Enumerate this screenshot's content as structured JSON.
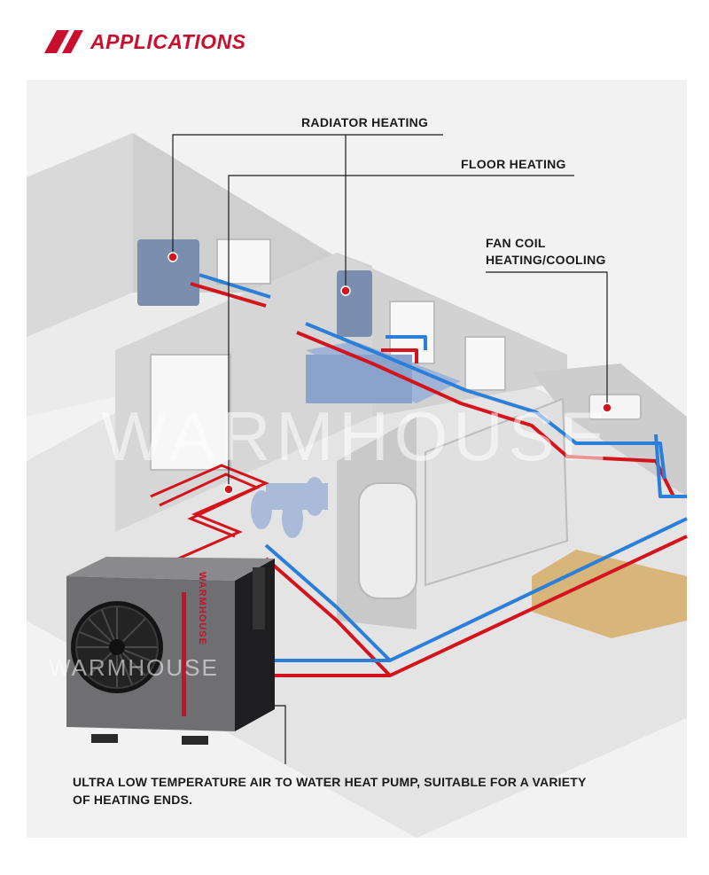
{
  "header": {
    "title": "APPLICATIONS",
    "accent": "#c8102e",
    "icon": "double-slash-mark"
  },
  "labels": {
    "radiator": "RADIATOR HEATING",
    "floor": "FLOOR HEATING",
    "fan_coil_line1": "FAN COIL",
    "fan_coil_line2": "HEATING/COOLING"
  },
  "caption_line1": "ULTRA LOW TEMPERATURE AIR TO WATER HEAT PUMP, SUITABLE FOR A VARIETY",
  "caption_line2": "OF HEATING ENDS.",
  "brand": "WARMHOUSE",
  "watermark": "WARMHOUSE",
  "unit_watermark": "WARMHOUSE",
  "colors": {
    "hot_pipe": "#d4141c",
    "cold_pipe": "#2b7fd9",
    "unit_body": "#6f6f72",
    "unit_side": "#1e1e20"
  }
}
